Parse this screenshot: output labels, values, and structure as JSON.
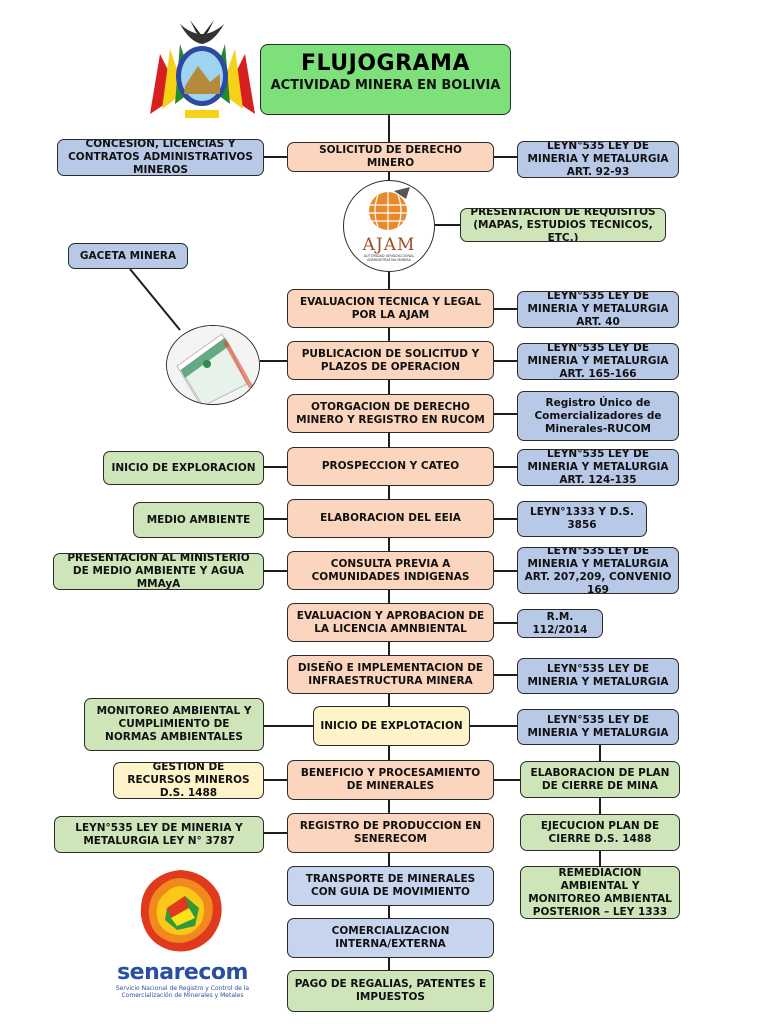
{
  "title": {
    "main": "FLUJOGRAMA",
    "sub": "ACTIVIDAD MINERA EN BOLIVIA"
  },
  "main_flow": [
    "SOLICITUD DE DERECHO MINERO",
    "EVALUACION TECNICA Y LEGAL POR LA AJAM",
    "PUBLICACION DE SOLICITUD Y PLAZOS DE OPERACION",
    "OTORGACION DE DERECHO MINERO Y REGISTRO EN RUCOM",
    "PROSPECCION Y CATEO",
    "ELABORACION DEL EEIA",
    "CONSULTA PREVIA A COMUNIDADES INDIGENAS",
    "EVALUACION Y APROBACION DE LA LICENCIA AMNBIENTAL",
    "DISEÑO E IMPLEMENTACION DE INFRAESTRUCTURA MINERA",
    "INICIO DE EXPLOTACION",
    "BENEFICIO Y PROCESAMIENTO DE MINERALES",
    "REGISTRO DE PRODUCCION EN SENERECOM",
    "TRANSPORTE DE MINERALES CON GUIA DE MOVIMIENTO",
    "COMERCIALIZACION INTERNA/EXTERNA",
    "PAGO DE REGALIAS, PATENTES E IMPUESTOS"
  ],
  "left_nodes": {
    "concesion": "CONCESION, LICENCIAS Y CONTRATOS ADMINISTRATIVOS MINEROS",
    "gaceta": "GACETA MINERA",
    "exploracion": "INICIO DE EXPLORACION",
    "medio": "MEDIO AMBIENTE",
    "presentacion_mmaya": "PRESENTACION AL MINISTERIO DE MEDIO AMBIENTE Y AGUA MMAyA",
    "monitoreo": "MONITOREO AMBIENTAL Y CUMPLIMIENTO DE NORMAS AMBIENTALES",
    "gestion": "GESTION DE RECURSOS MINEROS D.S. 1488",
    "ley_3787": "LEYN°535 LEY DE MINERIA Y METALURGIA LEY N° 3787"
  },
  "right_nodes": {
    "ley_1": "LEYN°535 LEY DE MINERIA Y METALURGIA ART. 92-93",
    "requisitos": "PRESENTACION DE REQUISITOS (MAPAS, ESTUDIOS TECNICOS, ETC.)",
    "ley_2": "LEYN°535 LEY DE MINERIA Y METALURGIA ART. 40",
    "ley_3": "LEYN°535 LEY DE MINERIA Y METALURGIA ART. 165-166",
    "rucom": "Registro Único de Comercializadores de Minerales-RUCOM",
    "ley_4": "LEYN°535 LEY DE MINERIA Y METALURGIA ART. 124-135",
    "ley_1333": "LEYN°1333 Y D.S. 3856",
    "ley_5": "LEYN°535 LEY DE MINERIA Y METALURGIA ART. 207,209, CONVENIO 169",
    "rm": "R.M. 112/2014",
    "ley_6": "LEYN°535 LEY DE MINERIA Y METALURGIA",
    "ley_7": "LEYN°535 LEY DE MINERIA Y METALURGIA",
    "cierre_plan": "ELABORACION DE PLAN DE CIERRE DE MINA",
    "cierre_ejec": "EJECUCION PLAN DE CIERRE D.S. 1488",
    "remediacion": "REMEDIACION AMBIENTAL Y MONITOREO AMBIENTAL POSTERIOR – LEY 1333"
  },
  "ajam_logo": {
    "text": "AJAM",
    "tagline": "AUTORIDAD JURISDICCIONAL ADMINISTRATIVA MINERA"
  },
  "brand": {
    "name": "senarecom",
    "desc": "Servicio Nacional de Registro y Control de la Comercialización de Minerales y Metales"
  },
  "colors": {
    "title": "#7ee07a",
    "main_flow": "#fbd5bd",
    "legal": "#b8c9e8",
    "support": "#cde5b9",
    "highlight": "#fff3c9"
  }
}
